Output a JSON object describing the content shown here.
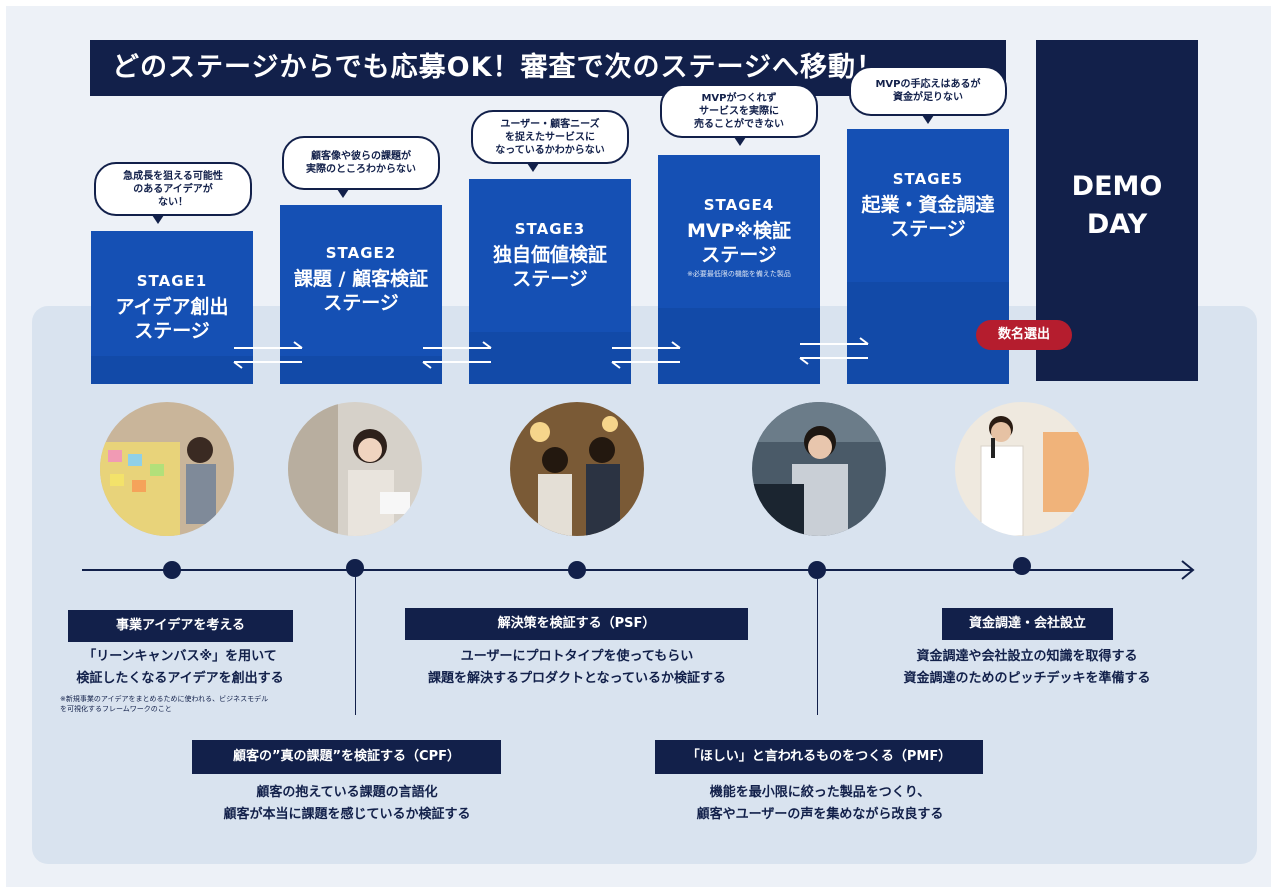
{
  "banner": "どのステージからでも応募OK！審査で次のステージへ移動！",
  "stages": [
    {
      "label": "STAGE1",
      "name_line1": "アイデア創出",
      "name_line2": "ステージ",
      "bubble": "急成長を狙える可能性\nのあるアイデアが\nない！"
    },
    {
      "label": "STAGE2",
      "name_line1": "課題 / 顧客検証",
      "name_line2": "ステージ",
      "bubble": "顧客像や彼らの課題が\n実際のところわからない"
    },
    {
      "label": "STAGE3",
      "name_line1": "独自価値検証",
      "name_line2": "ステージ",
      "bubble": "ユーザー・顧客ニーズ\nを捉えたサービスに\nなっているかわからない"
    },
    {
      "label": "STAGE4",
      "name_line1": "MVP※検証",
      "name_line2": "ステージ",
      "footnote": "※必要最低限の機能を備えた製品",
      "bubble": "MVPがつくれず\nサービスを実際に\n売ることができない"
    },
    {
      "label": "STAGE5",
      "name_line1": "起業・資金調達",
      "name_line2": "ステージ",
      "bubble": "MVPの手応えはあるが\n資金が足りない"
    }
  ],
  "demo_day": {
    "line1": "DEMO",
    "line2": "DAY"
  },
  "selection_badge": "数名選出",
  "milestones_top": [
    {
      "title": "事業アイデアを考える",
      "desc": "「リーンキャンバス※」を用いて\n検証したくなるアイデアを創出する",
      "note": "※新規事業のアイデアをまとめるために使われる、ビジネスモデル\nを可視化するフレームワークのこと"
    },
    {
      "title": "解決策を検証する（PSF）",
      "desc": "ユーザーにプロトタイプを使ってもらい\n課題を解決するプロダクトとなっているか検証する"
    },
    {
      "title": "資金調達・会社設立",
      "desc": "資金調達や会社設立の知識を取得する\n資金調達のためのピッチデッキを準備する"
    }
  ],
  "milestones_bottom": [
    {
      "title": "顧客の”真の課題”を検証する（CPF）",
      "desc": "顧客の抱えている課題の言語化\n顧客が本当に課題を感じているか検証する"
    },
    {
      "title": "「ほしい」と言われるものをつくる（PMF）",
      "desc": "機能を最小限に絞った製品をつくり、\n顧客やユーザーの声を集めながら改良する"
    }
  ],
  "colors": {
    "navy": "#12204a",
    "stage_blue": "#1550b4",
    "badge_red": "#b51d2e",
    "panel": "#d9e3ef"
  },
  "icons": [
    "exchange-arrows-icon",
    "timeline-arrow-icon",
    "person-photo-icon"
  ]
}
